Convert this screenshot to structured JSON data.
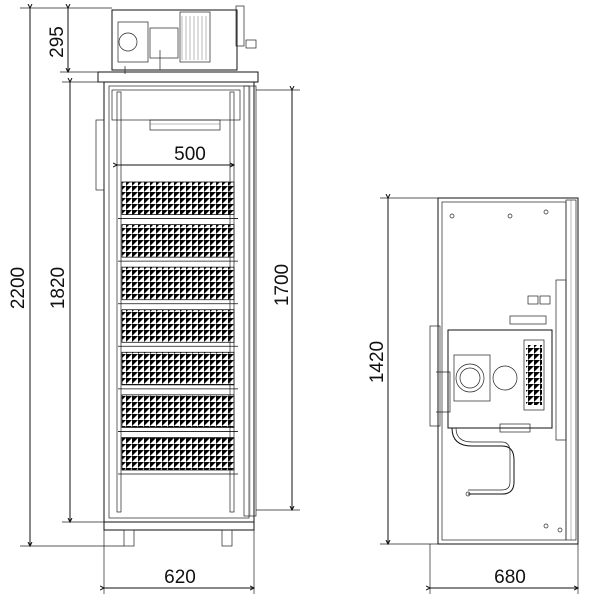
{
  "front_view": {
    "dims": {
      "total_height": "2200",
      "inner_height": "1820",
      "compressor_height": "295",
      "door_height": "1700",
      "inner_width": "500",
      "total_width": "620"
    },
    "shelf_count": 7
  },
  "side_view": {
    "dims": {
      "height": "1420",
      "depth": "680"
    }
  }
}
